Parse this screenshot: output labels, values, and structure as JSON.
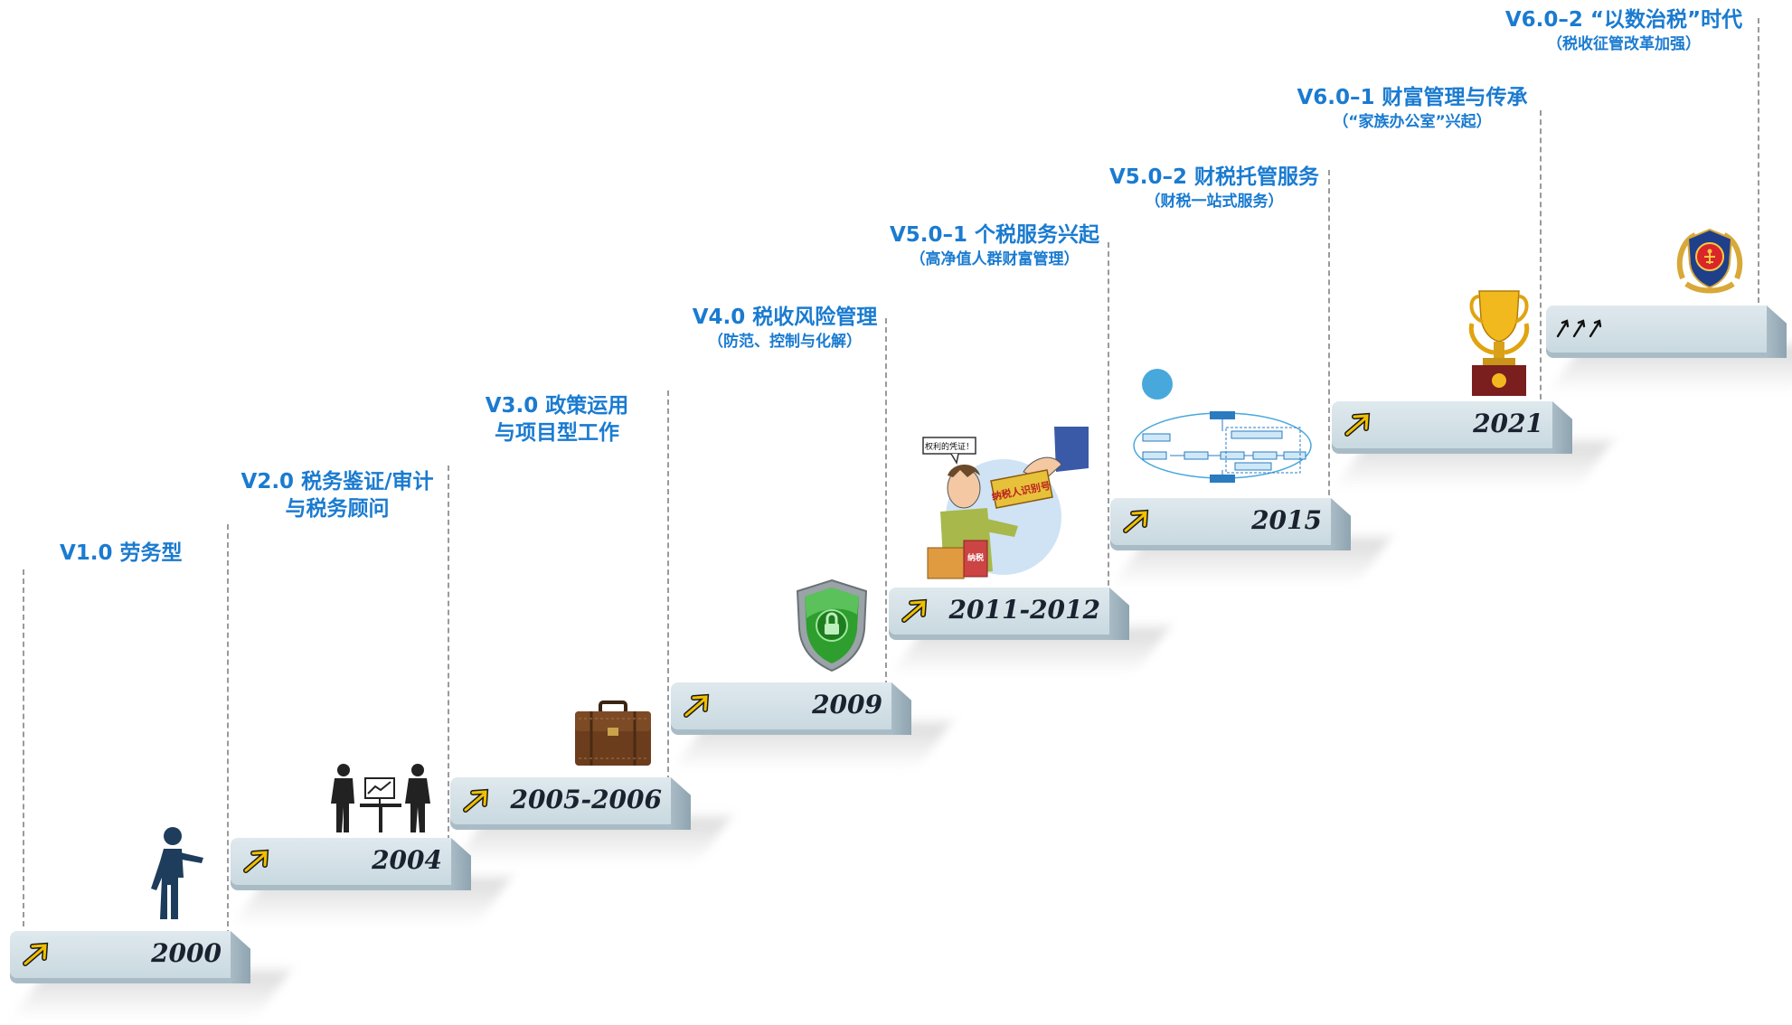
{
  "stages": [
    {
      "version": "V1.0 劳务型",
      "sub": "",
      "year": "2000",
      "icon": "walking-person-icon"
    },
    {
      "version": "V2.0 税务鉴证/审计",
      "version2": "与税务顾问",
      "sub": "",
      "year": "2004",
      "icon": "meeting-people-icon"
    },
    {
      "version": "V3.0 政策运用",
      "version2": "与项目型工作",
      "sub": "",
      "year": "2005-2006",
      "icon": "briefcase-icon"
    },
    {
      "version": "V4.0 税收风险管理",
      "sub": "（防范、控制与化解）",
      "year": "2009",
      "icon": "security-shield-icon"
    },
    {
      "version": "V5.0–1 个税服务兴起",
      "sub": "（高净值人群财富管理）",
      "year": "2011-2012",
      "icon": "tax-cartoon-icon"
    },
    {
      "version": "V5.0–2 财税托管服务",
      "sub": "（财税一站式服务）",
      "year": "2015",
      "icon": "process-flowchart-icon"
    },
    {
      "version": "V6.0–1 财富管理与传承",
      "sub": "（“家族办公室”兴起）",
      "year": "2021",
      "icon": "trophy-icon"
    },
    {
      "version": "V6.0–2 “以数治税”时代",
      "sub": "（税收征管改革加强）",
      "year": "",
      "icon": "national-emblem-icon"
    }
  ],
  "cartoon": {
    "bubble": "权利的凭证！",
    "card": "纳税人识别号",
    "envelope": "纳税"
  },
  "colors": {
    "label": "#1a7bd0",
    "step": "#d3e1e7",
    "arrow": "#f0c000"
  }
}
